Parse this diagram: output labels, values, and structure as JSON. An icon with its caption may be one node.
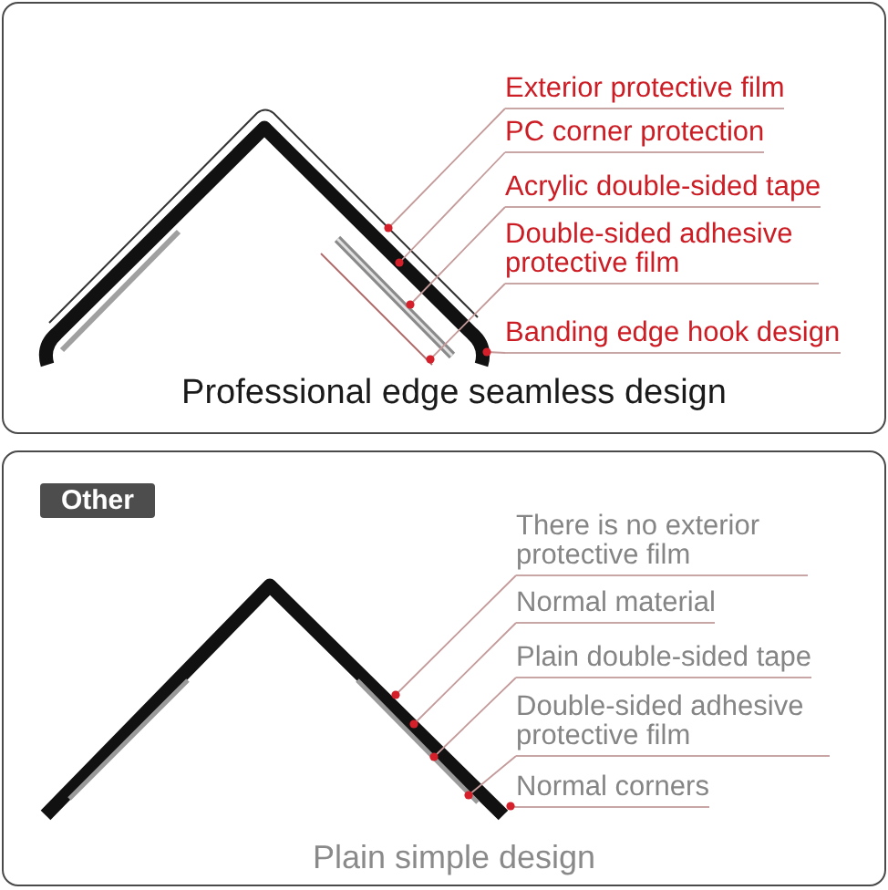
{
  "diagram": {
    "nodes": [
      {
        "text": [
          "Professional edge seamless design"
        ]
      },
      {
        "text": [],
        "shape": "picture",
        "in": 0
      },
      {
        "text": [
          "Exterior protective film"
        ],
        "in": 0
      },
      {
        "text": [
          "PC corner protection"
        ],
        "in": 0
      },
      {
        "text": [
          "Acrylic double-sided tape"
        ],
        "in": 0
      },
      {
        "text": [
          "Double-sided adhesive protective film"
        ],
        "in": 0
      },
      {
        "text": [
          "Banding edge hook design"
        ],
        "in": 0
      },
      {
        "text": [
          "Plain simple design"
        ]
      },
      {
        "text": [
          "Other"
        ],
        "in": 7
      },
      {
        "text": [],
        "shape": "picture",
        "in": 7
      },
      {
        "text": [
          "There is no exterior protective film"
        ],
        "in": 7
      },
      {
        "text": [
          "Normal material"
        ],
        "in": 7
      },
      {
        "text": [
          "Plain double-sided tape"
        ],
        "in": 7
      },
      {
        "text": [
          "Double-sided adhesive protective film"
        ],
        "in": 7
      },
      {
        "text": [
          "Normal corners"
        ],
        "in": 7
      }
    ],
    "edges": [
      {
        "from": 2,
        "to": 1,
        "arrow": "other"
      },
      {
        "from": 3,
        "to": 1,
        "arrow": "other"
      },
      {
        "from": 4,
        "to": 1,
        "arrow": "other"
      },
      {
        "from": 5,
        "to": 1,
        "arrow": "other"
      },
      {
        "from": 6,
        "to": 1,
        "arrow": "other"
      },
      {
        "from": 10,
        "to": 9,
        "arrow": "other"
      },
      {
        "from": 11,
        "to": 9,
        "arrow": "other"
      },
      {
        "from": 12,
        "to": 9,
        "arrow": "other"
      },
      {
        "from": 13,
        "to": 9,
        "arrow": "other"
      },
      {
        "from": 14,
        "to": 9,
        "arrow": "other"
      }
    ]
  }
}
